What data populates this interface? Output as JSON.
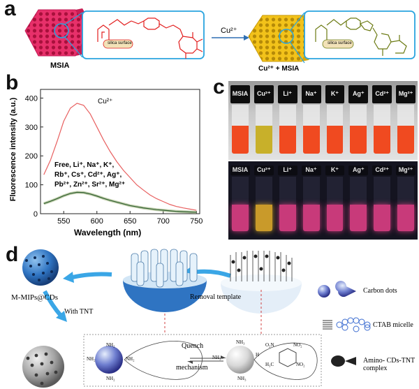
{
  "panel_labels": {
    "a": "a",
    "b": "b",
    "c": "c",
    "d": "d"
  },
  "panel_a": {
    "left_particle_label": "MSIA",
    "left_surface_label": "silica surface",
    "arrow_label": "Cu²⁺",
    "right_surface_label": "silica surface",
    "right_particle_label": "Cu²⁺ + MSIA",
    "colors": {
      "left_particle": "#e7306a",
      "right_particle": "#f2c21a",
      "left_structure": "#e21d1d",
      "right_structure": "#6b7a12",
      "box_border": "#2aa4df"
    }
  },
  "panel_b": {
    "chart_data": {
      "type": "line",
      "xlabel": "Wavelength (nm)",
      "ylabel": "Fluorescence intensity (a.u.)",
      "xlim": [
        515,
        755
      ],
      "ylim": [
        0,
        430
      ],
      "xticks": [
        550,
        600,
        650,
        700,
        750
      ],
      "yticks": [
        0,
        100,
        200,
        300,
        400
      ],
      "series": [
        {
          "name": "Cu²⁺",
          "color": "#e86060",
          "x": [
            520,
            530,
            540,
            550,
            560,
            570,
            580,
            590,
            600,
            610,
            620,
            630,
            640,
            650,
            660,
            670,
            680,
            690,
            700,
            710,
            720,
            730,
            740,
            750
          ],
          "y": [
            135,
            185,
            250,
            320,
            365,
            382,
            375,
            345,
            300,
            255,
            215,
            180,
            150,
            125,
            100,
            82,
            65,
            52,
            42,
            32,
            25,
            20,
            16,
            12
          ]
        },
        {
          "name": "Free",
          "color": "#2e5e2e",
          "x": [
            520,
            530,
            540,
            550,
            560,
            570,
            580,
            590,
            600,
            610,
            620,
            630,
            640,
            650,
            660,
            670,
            680,
            690,
            700,
            710,
            720,
            730,
            740,
            750
          ],
          "y": [
            35,
            43,
            52,
            62,
            70,
            74,
            73,
            68,
            61,
            53,
            46,
            40,
            34,
            28,
            24,
            20,
            17,
            14,
            12,
            10,
            8,
            7,
            6,
            5
          ]
        }
      ],
      "annotation_lines": [
        "Free, Li⁺, Na⁺, K⁺,",
        "Rb⁺, Cs⁺, Cd²⁺, Ag⁺,",
        "Pb²⁺, Zn²⁺, Sr²⁺, Mg²⁺"
      ],
      "peak_label": "Cu²⁺"
    }
  },
  "panel_c": {
    "top_labels": [
      "MSIA",
      "Cu²⁺",
      "Li⁺",
      "Na⁺",
      "K⁺",
      "Ag⁺",
      "Cd²⁺",
      "Mg²⁺"
    ],
    "bottom_labels": [
      "MSIA",
      "Cu²⁺",
      "Li⁺",
      "Na⁺",
      "K⁺",
      "Ag⁺",
      "Cd²⁺",
      "Mg²⁺"
    ],
    "top_colors": [
      "#f04a20",
      "#c8b02a",
      "#f04a20",
      "#f04a20",
      "#f04a20",
      "#f04a20",
      "#f04a20",
      "#f04a20"
    ],
    "bottom_colors": [
      "#c83a7a",
      "#c99a2a",
      "#c83a7a",
      "#c83a7a",
      "#c83a7a",
      "#c83a7a",
      "#c83a7a",
      "#c83a7a"
    ]
  },
  "panel_d": {
    "mmips_label": "M-MIPs@CDs",
    "removal_label": "Removal template",
    "tnt_label": "With TNT",
    "quench_label_1": "Quench",
    "quench_label_2": "mechanism",
    "legend": [
      "Carbon dots",
      "CTAB micelle",
      "Amino- CDs-TNT complex"
    ],
    "nh2": "NH₂",
    "nh3": "NH₃",
    "tnt_groups": [
      "O₂N",
      "NO₂",
      "H₃C",
      "NO₂"
    ],
    "h_plus": "H"
  }
}
